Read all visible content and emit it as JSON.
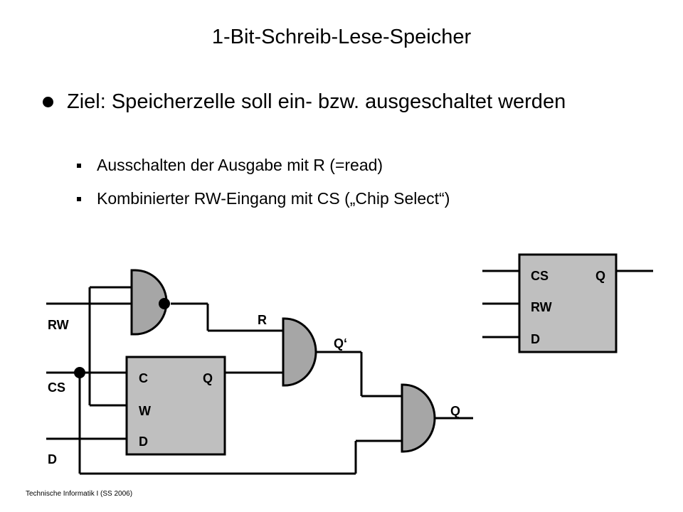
{
  "title": "1-Bit-Schreib-Lese-Speicher",
  "bullet": "Ziel: Speicherzelle soll ein- bzw. ausgeschaltet werden",
  "subbullets": [
    "Ausschalten der Ausgabe mit R (=read)",
    "Kombinierter RW-Eingang mit CS („Chip Select“)"
  ],
  "circuit": {
    "inputs": {
      "rw": "RW",
      "cs": "CS",
      "d": "D"
    },
    "wire_labels": {
      "r": "R",
      "q_prime": "Q‘",
      "q": "Q"
    },
    "flipflop": {
      "c": "C",
      "w": "W",
      "d": "D",
      "q": "Q"
    },
    "block": {
      "cs": "CS",
      "rw": "RW",
      "d": "D",
      "q": "Q"
    }
  },
  "footer": "Technische Informatik I (SS 2006)"
}
